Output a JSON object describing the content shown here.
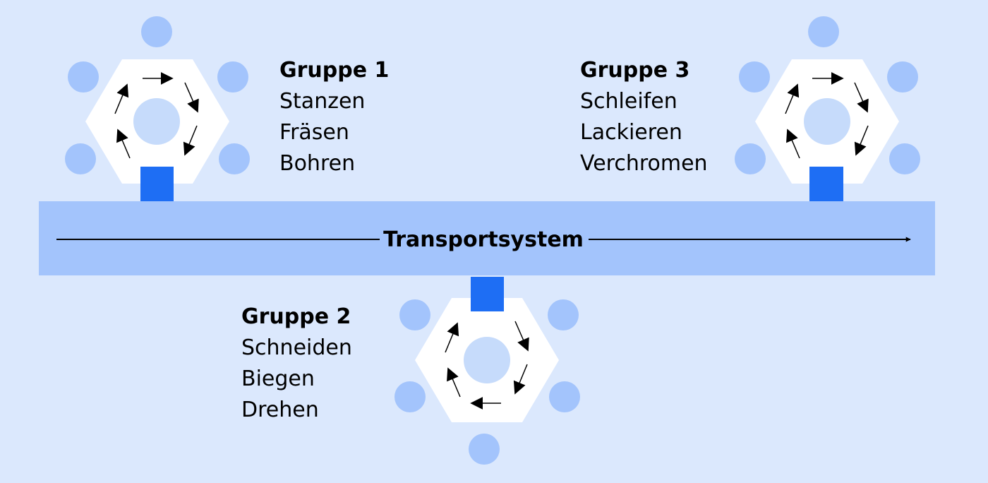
{
  "colors": {
    "background": "#dbe8fd",
    "band": "#a3c4fc",
    "station": "#a3c4fc",
    "hexagon": "#ffffff",
    "hub": "#c6dbfb",
    "connector": "#1e6ef4",
    "arrow": "#000000"
  },
  "transport": {
    "label": "Transportsystem"
  },
  "groups": [
    {
      "title": "Gruppe 1",
      "steps": [
        "Stanzen",
        "Fräsen",
        "Bohren"
      ]
    },
    {
      "title": "Gruppe 2",
      "steps": [
        "Schneiden",
        "Biegen",
        "Drehen"
      ]
    },
    {
      "title": "Gruppe 3",
      "steps": [
        "Schleifen",
        "Lackieren",
        "Verchromen"
      ]
    }
  ]
}
